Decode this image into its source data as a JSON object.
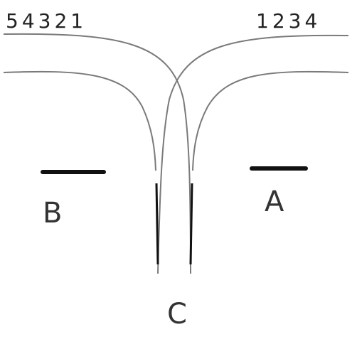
{
  "labels": {
    "left_sequence": "54321",
    "right_sequence": "1234",
    "region_a": "A",
    "region_b": "B",
    "region_c": "C"
  },
  "colors": {
    "curve": "#7a7a7a",
    "plate": "#111111",
    "text": "#333333"
  }
}
